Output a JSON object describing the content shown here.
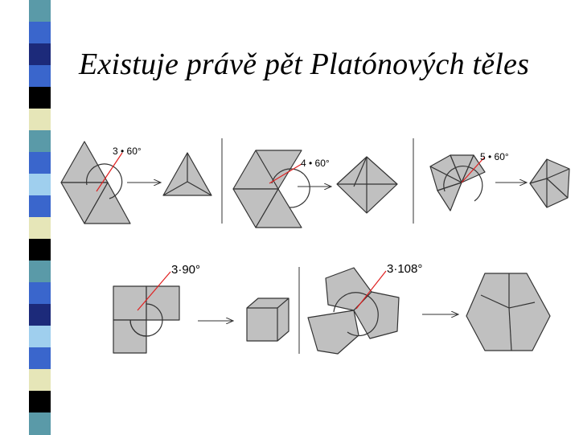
{
  "title": "Existuje právě pět Platónových těles",
  "colors": {
    "face_fill": "#c0c0c0",
    "outline": "#333333",
    "angle_line": "#e02020",
    "strip": [
      "#5a9aa8",
      "#3a66cc",
      "#1c2a7a",
      "#000000",
      "#9fcfee",
      "#e6e6b8"
    ]
  },
  "diagrams": {
    "tetrahedron": {
      "angle_label": "3 • 60°"
    },
    "octahedron": {
      "angle_label": "4 • 60°"
    },
    "icosahedron": {
      "angle_label": "5 • 60°"
    },
    "cube": {
      "angle_label": "3·90°"
    },
    "dodecahedron": {
      "angle_label": "3·108°"
    }
  }
}
